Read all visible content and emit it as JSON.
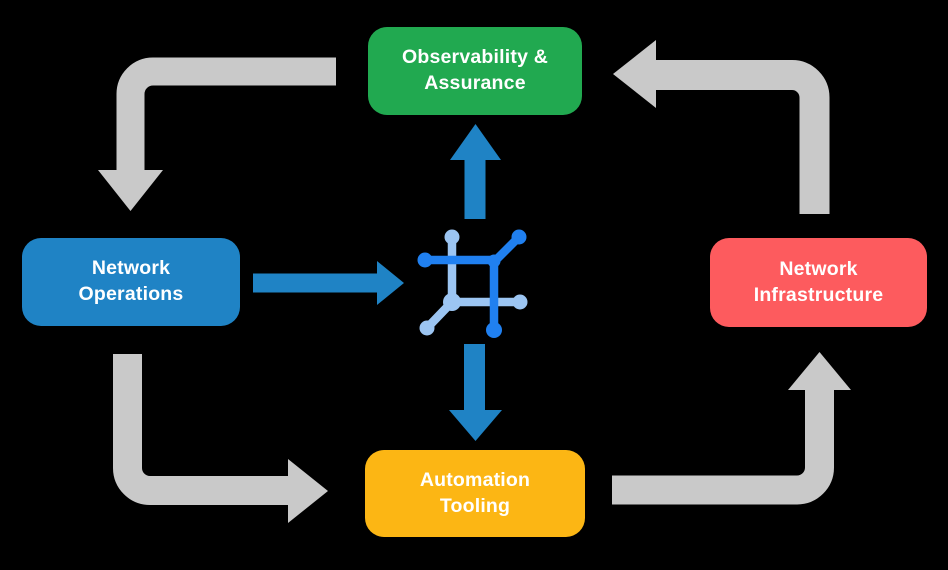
{
  "nodes": {
    "observability": {
      "line1": "Observability &",
      "line2": "Assurance",
      "color": "#21a950"
    },
    "network_operations": {
      "line1": "Network",
      "line2": "Operations",
      "color": "#1f83c5"
    },
    "network_infrastructure": {
      "line1": "Network",
      "line2": "Infrastructure",
      "color": "#fd5b5e"
    },
    "automation_tooling": {
      "line1": "Automation",
      "line2": "Tooling",
      "color": "#fcb614"
    }
  },
  "center_icon": {
    "name": "network-mesh-icon",
    "dark_blue": "#2080f0",
    "light_blue": "#9cc5f2"
  },
  "edges": [
    {
      "from": "observability",
      "to": "network_operations",
      "style": "gray"
    },
    {
      "from": "network_operations",
      "to": "automation_tooling",
      "style": "gray"
    },
    {
      "from": "automation_tooling",
      "to": "network_infrastructure",
      "style": "gray"
    },
    {
      "from": "network_infrastructure",
      "to": "observability",
      "style": "gray"
    },
    {
      "from": "network_operations",
      "to": "center_icon",
      "style": "blue"
    },
    {
      "from": "center_icon",
      "to": "observability",
      "style": "blue"
    },
    {
      "from": "center_icon",
      "to": "automation_tooling",
      "style": "blue"
    }
  ],
  "colors": {
    "background": "#000000",
    "gray_arrow": "#c9c9c9",
    "blue_arrow": "#1f83c5",
    "node_text": "#ffffff"
  }
}
